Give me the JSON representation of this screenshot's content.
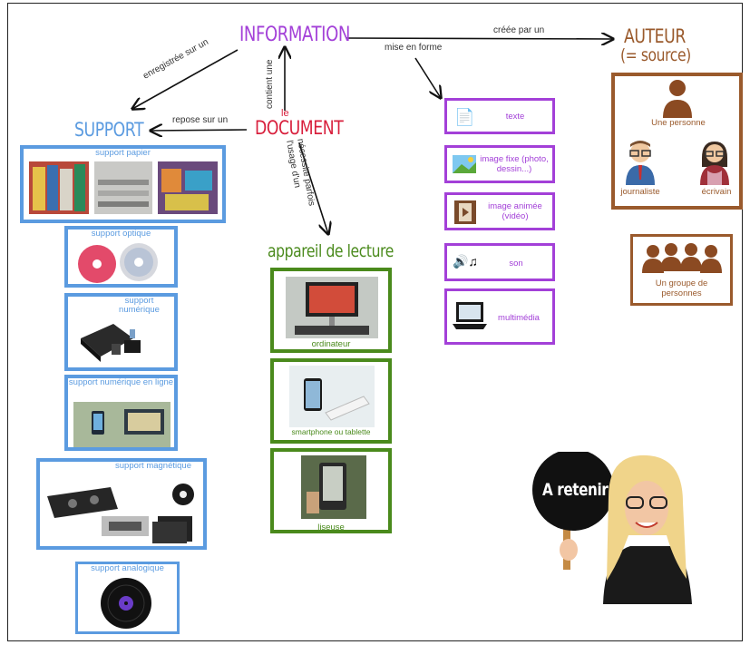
{
  "nodes": {
    "information": "INFORMATION",
    "auteur": "AUTEUR",
    "auteur_sub": "(= source)",
    "support": "SUPPORT",
    "document_le": "le",
    "document": "DOCUMENT",
    "appareil": "appareil de lecture"
  },
  "edges": {
    "creee_par": "créée par un",
    "mise_en_forme": "mise en forme",
    "enregistree_sur": "enregistrée sur un",
    "contient_une": "contient une",
    "repose_sur": "repose sur un",
    "necessite": "nécessite parfois",
    "usage": "l'usage d'un"
  },
  "supports": [
    "support papier",
    "support optique",
    "support numérique",
    "support numérique en ligne",
    "support magnétique",
    "support analogique"
  ],
  "appareils": [
    "ordinateur",
    "smartphone ou tablette",
    "liseuse"
  ],
  "formes": [
    "texte",
    "image fixe (photo, dessin...)",
    "image animée (vidéo)",
    "son",
    "multimédia"
  ],
  "auteurs": {
    "une_personne": "Une personne",
    "journaliste": "journaliste",
    "ecrivain": "écrivain",
    "groupe": "Un groupe de personnes"
  },
  "badge": "A retenir",
  "colors": {
    "information": "#a340d8",
    "document": "#d81f3c",
    "support": "#5b9be0",
    "appareil": "#4a8a1c",
    "auteur": "#9a5a2c"
  }
}
